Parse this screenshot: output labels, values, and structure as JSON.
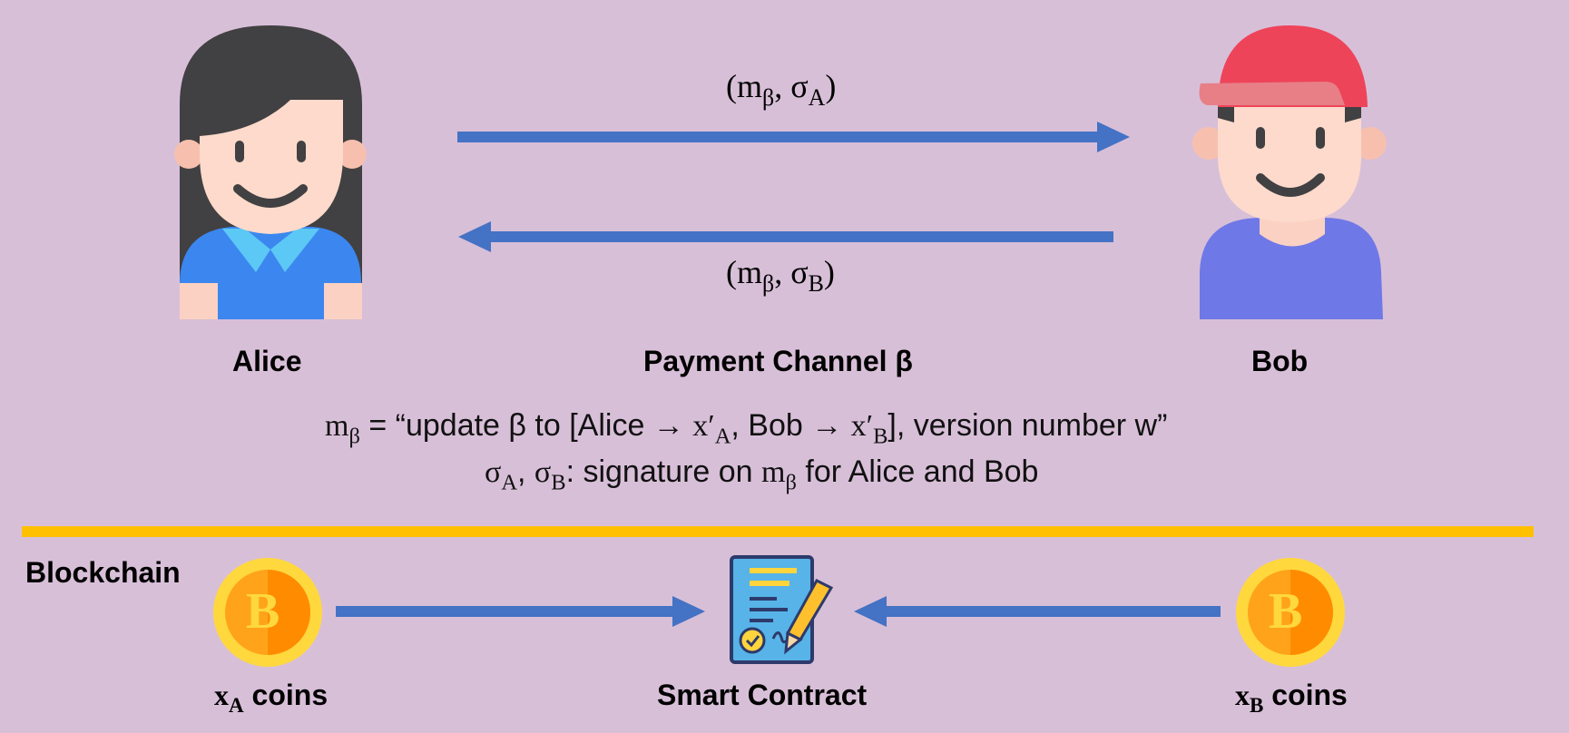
{
  "people": {
    "alice": {
      "name": "Alice"
    },
    "bob": {
      "name": "Bob"
    }
  },
  "channel": {
    "label": "Payment Channel β",
    "msg_to_bob": {
      "base": "(m",
      "sub1": "β",
      "mid": ", σ",
      "sub2": "A",
      "end": ")"
    },
    "msg_to_alice": {
      "base": "(m",
      "sub1": "β",
      "mid": ", σ",
      "sub2": "B",
      "end": ")"
    }
  },
  "definitions": {
    "line1": {
      "m": "m",
      "m_sub": "β",
      "text_a": " = “update β to [Alice → ",
      "x1": "x′",
      "x1_sub": "A",
      "text_b": ", Bob → ",
      "x2": "x′",
      "x2_sub": "B",
      "text_c": "], version number w”"
    },
    "line2": {
      "s1": "σ",
      "s1_sub": "A",
      "comma": ", ",
      "s2": "σ",
      "s2_sub": "B",
      "text_a": ": signature on ",
      "m": "m",
      "m_sub": "β",
      "text_b": " for Alice and Bob"
    }
  },
  "blockchain": {
    "label": "Blockchain",
    "contract_label": "Smart Contract",
    "coin_a": {
      "x": "x",
      "sub": "A",
      "text": " coins",
      "symbol": "B"
    },
    "coin_b": {
      "x": "x",
      "sub": "B",
      "text": " coins",
      "symbol": "B"
    }
  },
  "colors": {
    "background": "#D8BFD8",
    "arrow": "#4472C4",
    "divider": "#FFC000"
  },
  "icons": {
    "alice": "girl-avatar-icon",
    "bob": "boy-cap-avatar-icon",
    "coin": "bitcoin-coin-icon",
    "contract": "signed-contract-icon"
  }
}
